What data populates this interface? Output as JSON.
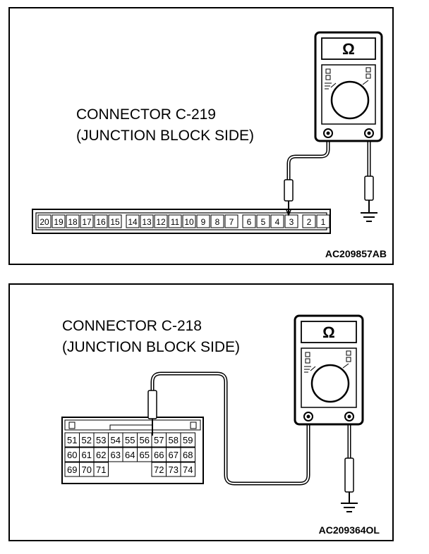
{
  "panel1": {
    "title_line1": "CONNECTOR C-219",
    "title_line2": "(JUNCTION BLOCK SIDE)",
    "ref_code": "AC209857AB",
    "meter_symbol": "Ω",
    "pins": [
      "20",
      "19",
      "18",
      "17",
      "16",
      "15",
      "14",
      "13",
      "12",
      "11",
      "10",
      "9",
      "8",
      "7",
      "6",
      "5",
      "4",
      "3",
      "2",
      "1"
    ],
    "probe_pin": "3",
    "icon_ground": "ground-symbol-icon"
  },
  "panel2": {
    "title_line1": "CONNECTOR C-218",
    "title_line2": "(JUNCTION BLOCK SIDE)",
    "ref_code": "AC209364OL",
    "meter_symbol": "Ω",
    "pin_rows": [
      [
        "51",
        "52",
        "53",
        "54",
        "55",
        "56",
        "57",
        "58",
        "59"
      ],
      [
        "60",
        "61",
        "62",
        "63",
        "64",
        "65",
        "66",
        "67",
        "68"
      ],
      [
        "69",
        "70",
        "71",
        "",
        "",
        "",
        "72",
        "73",
        "74"
      ]
    ],
    "probe_pin": "56",
    "icon_ground": "ground-symbol-icon"
  }
}
